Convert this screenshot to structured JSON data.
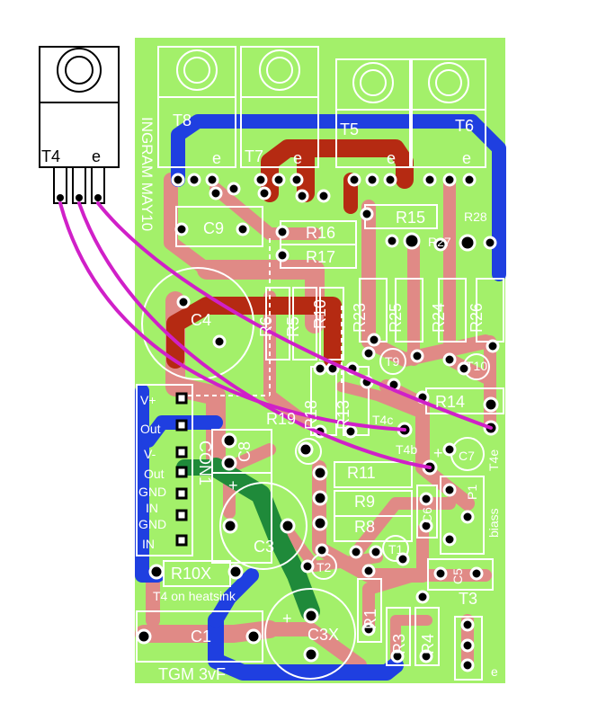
{
  "board": {
    "colors": {
      "substrate": "#a3f06a",
      "bottom_trace": "#e08a86",
      "top_trace_red": "#b52a12",
      "top_trace_blue": "#1f3fe0",
      "top_trace_green": "#1f8a3a",
      "wire": "#d020c8",
      "silkscreen": "#ffffff"
    },
    "title_vertical": "INGRAM MAY10",
    "bottom_label": "TGM 3vF",
    "heatsink_note": "T4 on heatsink"
  },
  "transistor_t4": {
    "label": "T4",
    "pin_label": "e"
  },
  "connector": {
    "label": "CON1",
    "pins": [
      "V+",
      "Out",
      "V-",
      "Out",
      "GND",
      "IN",
      "GND",
      "IN"
    ]
  },
  "components": {
    "T8": "T8",
    "T7": "T7",
    "T5": "T5",
    "T6": "T6",
    "e_t8": "e",
    "e_t7": "e",
    "e_t5": "e",
    "e_t6": "e",
    "C9": "C9",
    "R16": "R16",
    "R17": "R17",
    "R15": "R15",
    "R28": "R28",
    "R27": "R27",
    "C4": "C4",
    "R6": "R6",
    "R5": "R5",
    "R10": "R10",
    "R23": "R23",
    "R25": "R25",
    "R24": "R24",
    "R26": "R26",
    "T9": "T9",
    "T10": "T10",
    "R18": "R18",
    "R13": "R13",
    "R19": "R19",
    "R14": "R14",
    "T4c": "T4c",
    "T4b": "T4b",
    "T4e": "T4e",
    "C7": "C7",
    "C8": "C8",
    "R11": "R11",
    "R9": "R9",
    "R8": "R8",
    "C6": "C6",
    "P1": "P1",
    "biass": "biass",
    "C3": "C3",
    "T1": "T1",
    "T2": "T2",
    "C5": "C5",
    "T3": "T3",
    "R10X": "R10X",
    "C1": "C1",
    "C3X": "C3X",
    "R1": "R1",
    "R3": "R3",
    "R4": "R4",
    "e_t3": "e",
    "plus": "+"
  }
}
